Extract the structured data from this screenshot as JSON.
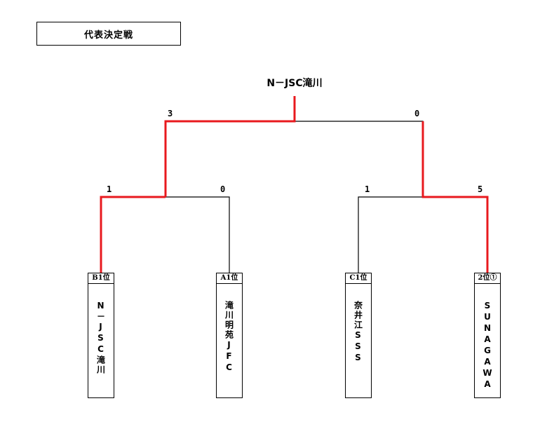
{
  "title": "代表決定戦",
  "champion": "N－JSC滝川",
  "colors": {
    "winner_line": "#e8191e",
    "line": "#000000"
  },
  "scores": {
    "final_left": "3",
    "final_right": "0",
    "semi_left_a": "1",
    "semi_left_b": "0",
    "semi_right_a": "1",
    "semi_right_b": "5"
  },
  "teams": [
    {
      "seed": "B1位",
      "name": "N－JSC滝川"
    },
    {
      "seed": "A1位",
      "name": "滝川明苑JFC"
    },
    {
      "seed": "C1位",
      "name": "奈井江SSS"
    },
    {
      "seed": "2位①",
      "name": "SUNAGAWA"
    }
  ]
}
